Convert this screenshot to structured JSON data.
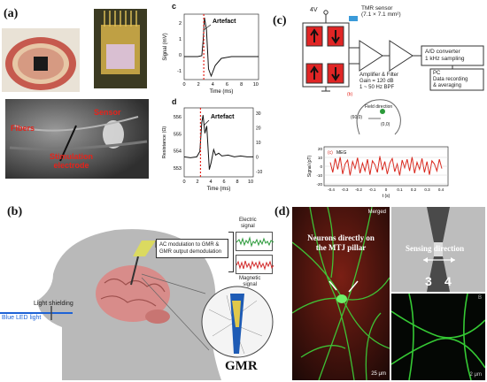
{
  "panel_a": {
    "label": "(a)",
    "photo_labels": {
      "fibers": "Fibers",
      "sensor": "Sensor",
      "stim": "Stimulation\nelectrode"
    },
    "plot_c": {
      "tag": "c",
      "annotation": "Artefact",
      "ylabel": "Signal (mV)",
      "xlabel": "Time (ms)",
      "yticks": [
        "2",
        "1",
        "0",
        "-1"
      ],
      "xticks": [
        "0",
        "2",
        "4",
        "6",
        "8",
        "10"
      ],
      "chart_data": {
        "type": "line",
        "x": [
          0,
          1,
          2,
          2.6,
          2.8,
          3.0,
          3.3,
          3.6,
          4.0,
          4.6,
          5.5,
          7,
          9,
          11
        ],
        "y": [
          0,
          0,
          0,
          0.05,
          0.9,
          2.2,
          1.5,
          -0.7,
          -1.1,
          -0.5,
          -0.1,
          0,
          0,
          0
        ],
        "ylim": [
          -1.3,
          2.4
        ],
        "xlim": [
          0,
          11
        ]
      }
    },
    "plot_d": {
      "tag": "d",
      "annotation": "Artefact",
      "ylabel_left": "Resistance (Ω)",
      "ylabel_right": "Signal (μT)",
      "xlabel": "Time (ms)",
      "yticks_left": [
        "556",
        "555",
        "554",
        "553"
      ],
      "yticks_right": [
        "30",
        "20",
        "10",
        "0",
        "-10"
      ],
      "xticks": [
        "0",
        "2",
        "4",
        "6",
        "8",
        "10"
      ],
      "chart_data": {
        "type": "line",
        "x": [
          0,
          1,
          2,
          2.5,
          2.8,
          3.0,
          3.3,
          3.6,
          4.0,
          4.3,
          4.7,
          5.0,
          5.5,
          6,
          7,
          8,
          9,
          10,
          11
        ],
        "y": [
          553.9,
          553.85,
          553.9,
          554.2,
          555.8,
          556.2,
          555.2,
          555.6,
          553.2,
          553.6,
          554.3,
          554.0,
          554.1,
          553.95,
          554.0,
          553.9,
          553.95,
          553.9,
          553.9
        ],
        "ylim": [
          552.8,
          556.6
        ],
        "xlim": [
          0,
          11
        ]
      }
    }
  },
  "panel_b": {
    "label": "(b)",
    "electric": "Electric\nsignal",
    "magnetic": "Magnetic\nsignal",
    "modulation": "AC modulation to GMR &\nGMR output demodulation",
    "shield": "Light shielding",
    "led": "Blue LED light",
    "gmr": "GMR"
  },
  "panel_c": {
    "label": "(c)",
    "voltage": "4V",
    "tmr": "TMR sensor\n(7.1 × 7.1 mm²)",
    "amp": "Amplifier & Filter\nGain = 120 dB\n1 ~ 50 Hz BPF",
    "adc": "A/D converter\n1 kHz sampling",
    "pc": "PC\nData recording\n& averaging",
    "subpanel_b": "(b)",
    "head_field": "Field direction",
    "head_coord1": "(60,0)",
    "head_coord2": "(0,0)",
    "meg_label": "MEG",
    "meg_tag": "(c)",
    "meg_ylabel": "Signal (pT)",
    "meg_xlabel": "t (s)",
    "meg_yticks": [
      "20",
      "10",
      "0",
      "-10",
      "-20"
    ],
    "meg_xticks": [
      "-0.4",
      "-0.3",
      "-0.2",
      "-0.1",
      "0",
      "0.1",
      "0.2",
      "0.3",
      "0.4"
    ],
    "chart_data": {
      "type": "line",
      "x": [
        -0.45,
        -0.43,
        -0.41,
        -0.39,
        -0.37,
        -0.35,
        -0.33,
        -0.31,
        -0.29,
        -0.27,
        -0.25,
        -0.23,
        -0.21,
        -0.19,
        -0.17,
        -0.15,
        -0.13,
        -0.11,
        -0.09,
        -0.07,
        -0.05,
        -0.03,
        -0.01,
        0.01,
        0.03,
        0.05,
        0.07,
        0.09,
        0.11,
        0.13,
        0.15,
        0.17,
        0.19,
        0.21,
        0.23,
        0.25,
        0.27,
        0.29,
        0.31,
        0.33,
        0.35,
        0.37,
        0.39,
        0.41,
        0.43,
        0.45
      ],
      "y": [
        5,
        -8,
        10,
        -4,
        12,
        -10,
        3,
        8,
        -12,
        6,
        -3,
        11,
        -9,
        4,
        -6,
        9,
        -11,
        7,
        2,
        -8,
        13,
        -5,
        6,
        -10,
        4,
        10,
        -7,
        3,
        -12,
        8,
        -2,
        9,
        -6,
        12,
        -9,
        5,
        -4,
        10,
        -8,
        6,
        -11,
        7,
        3,
        -6,
        9,
        -3
      ],
      "ylim": [
        -25,
        25
      ],
      "xlim": [
        -0.5,
        0.5
      ]
    }
  },
  "panel_d": {
    "label": "(d)",
    "merged": "Merged",
    "neurons": "Neurons directly on\nthe MTJ pillar",
    "scale1": "25 μm",
    "sensing": "Sensing direction",
    "num3": "3",
    "num4": "4",
    "scale2": "2 μm",
    "corner2": "B"
  },
  "colors": {
    "red_annot": "#e5231b",
    "meg_line": "#d9261c",
    "green_sig": "#2b9a3a",
    "red_sig": "#d22a2a",
    "brain": "#d88c8a",
    "head": "#b9b9b9",
    "sensor_red": "#e02525",
    "blue_led": "#1e63d6"
  }
}
